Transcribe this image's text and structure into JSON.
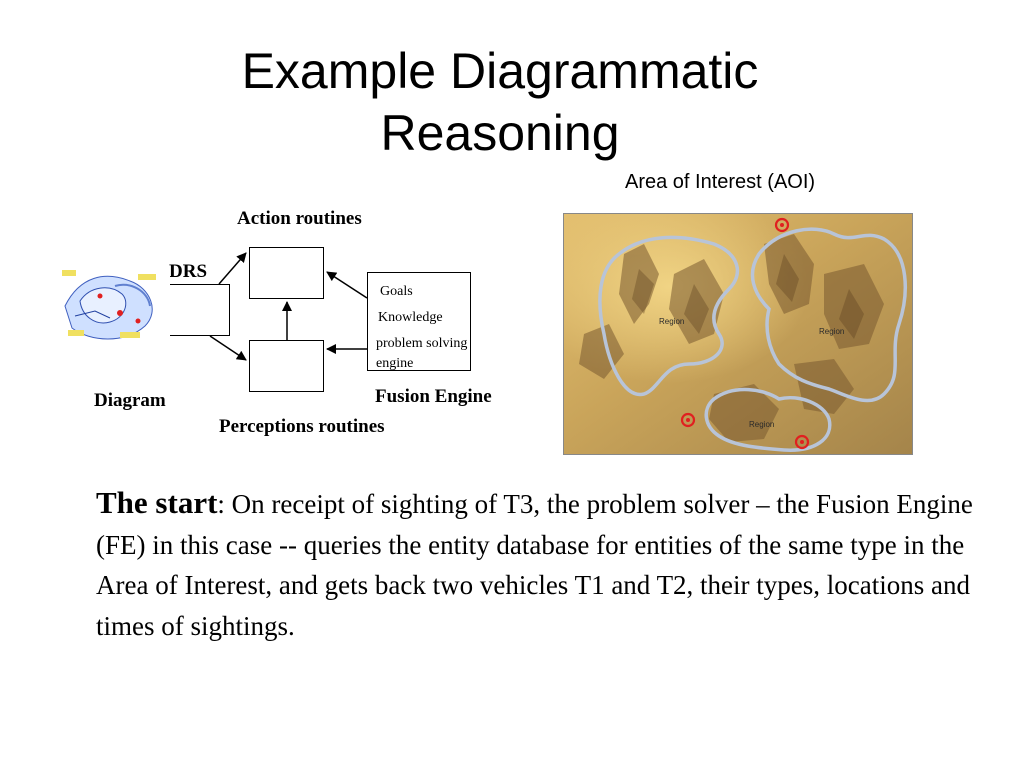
{
  "slide": {
    "title_line1": "Example Diagrammatic",
    "title_line2": "Reasoning"
  },
  "diagram": {
    "labels": {
      "action_routines": "Action routines",
      "drs": "DRS",
      "diagram": "Diagram",
      "perceptions_routines": "Perceptions routines",
      "fusion_engine": "Fusion Engine"
    },
    "fusion_engine_items": {
      "goals": "Goals",
      "knowledge": "Knowledge",
      "problem_solving_line1": "problem solving",
      "problem_solving_line2": "engine"
    }
  },
  "aoi": {
    "label": "Area of Interest (AOI)",
    "region_labels": [
      "Region",
      "Region",
      "Region"
    ]
  },
  "body": {
    "lead": "The start",
    "colon": ":",
    "text": " On receipt of sighting of T3, the problem solver – the Fusion Engine (FE) in this case -- queries the entity database for entities of the same type in the Area of Interest, and gets back two vehicles T1 and T2, their types, locations and times of sightings."
  },
  "colors": {
    "terrain_light": "#e0b860",
    "terrain_dark": "#8a6a3a",
    "aoi_outline": "#b8c4d8",
    "marker_red": "#e02020"
  }
}
